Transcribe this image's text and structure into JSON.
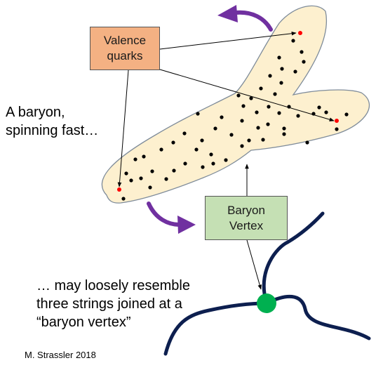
{
  "valence_box": {
    "line1": "Valence",
    "line2": "quarks"
  },
  "vertex_box": {
    "line1": "Baryon",
    "line2": "Vertex"
  },
  "baryon_text": {
    "line1": "A baryon,",
    "line2": "spinning fast…"
  },
  "resemble_text": {
    "line1": "… may loosely resemble",
    "line2": "three strings joined at a",
    "line3": "“baryon vertex”"
  },
  "credit": "M. Strassler 2018",
  "colors": {
    "blob_fill": "#fdf0cf",
    "blob_stroke": "#7f8c9a",
    "valence_fill": "#f4b183",
    "vertex_fill": "#c5e0b4",
    "quark_red": "#ff0000",
    "rotation_arrow": "#7030a0",
    "string": "#0d1f4f",
    "vertex_node": "#00b050"
  }
}
